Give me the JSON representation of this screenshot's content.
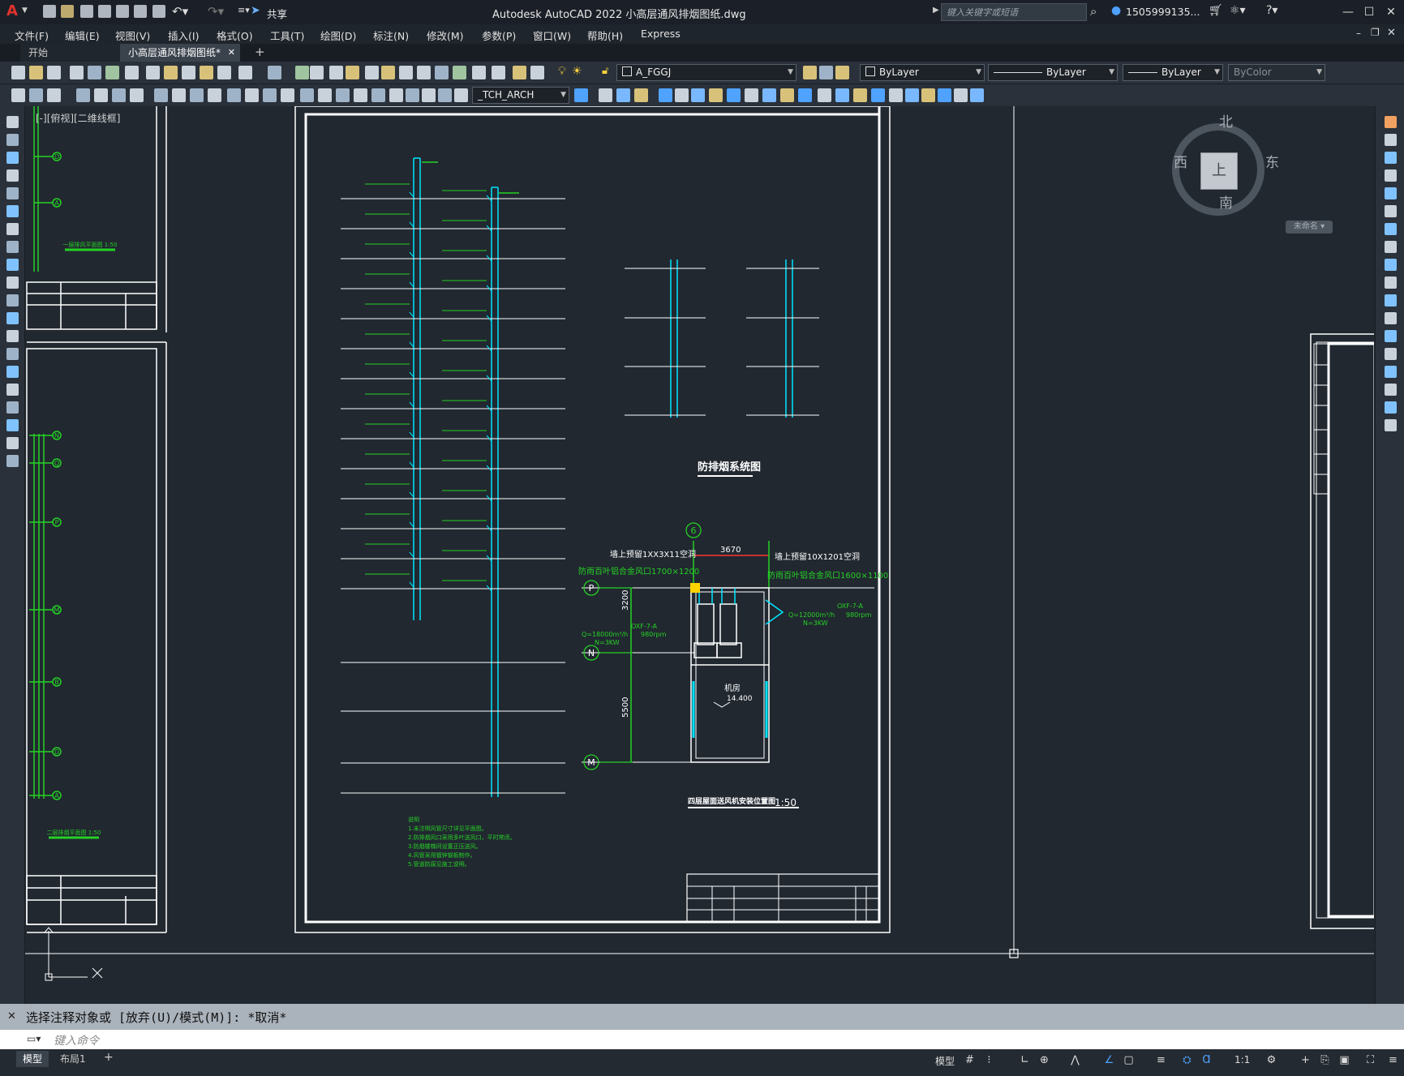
{
  "titlebar": {
    "app_title": "Autodesk AutoCAD 2022    小高层通风排烟图纸.dwg",
    "share_label": "共享",
    "search_placeholder": "键入关键字或短语",
    "user": "1505999135...",
    "logo": "A"
  },
  "menu": [
    "文件(F)",
    "编辑(E)",
    "视图(V)",
    "插入(I)",
    "格式(O)",
    "工具(T)",
    "绘图(D)",
    "标注(N)",
    "修改(M)",
    "参数(P)",
    "窗口(W)",
    "帮助(H)",
    "Express"
  ],
  "tabs": [
    {
      "label": "开始",
      "active": false
    },
    {
      "label": "小高层通风排烟图纸*",
      "active": true
    }
  ],
  "toolbar": {
    "layer": "A_FGGJ",
    "color": "ByLayer",
    "linetype": "ByLayer",
    "lineweight": "ByLayer",
    "plotstyle": "ByColor",
    "textstyle": "_TCH_ARCH"
  },
  "viewcube": {
    "north": "北",
    "south": "南",
    "east": "东",
    "west": "西",
    "top": "上",
    "ucs": "未命名"
  },
  "view_label": "[-][俯视][二维线框]",
  "drawing": {
    "riser_title": "防排烟系统图",
    "room_title": "四层屋面送风机安装位置图",
    "room_scale": "1:50",
    "dim_3670": "3670",
    "dim_3200": "3200",
    "dim_5500": "5500",
    "hole_left": "墙上预留1XX3X11空洞",
    "hole_right": "墙上预留10X1201空洞",
    "louver_left": "防雨百叶铝合金风口1700×1200",
    "louver_right": "防雨百叶铝合金风口1600×1100",
    "fan_left_model": "OXF-7-A",
    "fan_left_q": "Q=18000m³/h",
    "fan_left_rpm": "980rpm",
    "fan_left_n": "N=3KW",
    "fan_right_model": "OXF-7-A",
    "fan_right_q": "Q=12000m³/h",
    "fan_right_rpm": "980rpm",
    "fan_right_n": "N=3KW",
    "room_name": "机房",
    "room_level": "14.400",
    "grid_6": "6",
    "grid_P": "P",
    "grid_N": "N",
    "grid_M": "M",
    "left_plan_1": "一层排风平面图 1:50",
    "left_plan_2": "二层排烟平面图 1:50",
    "left_grids_top": [
      "D",
      "A"
    ],
    "left_grids_bottom": [
      "N",
      "Q",
      "P",
      "M",
      "B",
      "D",
      "A"
    ],
    "notes": [
      "说明",
      "1.未注明风管尺寸详见平面图。",
      "2.防排烟风口采用多叶送风口，平时常闭。",
      "3.防烟楼梯间设置正压送风。",
      "4.风管采用镀锌钢板制作。",
      "5.管道防腐见施工说明。"
    ]
  },
  "command": {
    "history": "选择注释对象或 [放弃(U)/模式(M)]: *取消*",
    "placeholder": "键入命令"
  },
  "layouts": [
    "模型",
    "布局1"
  ],
  "status": {
    "model": "模型",
    "scale": "1:1"
  }
}
